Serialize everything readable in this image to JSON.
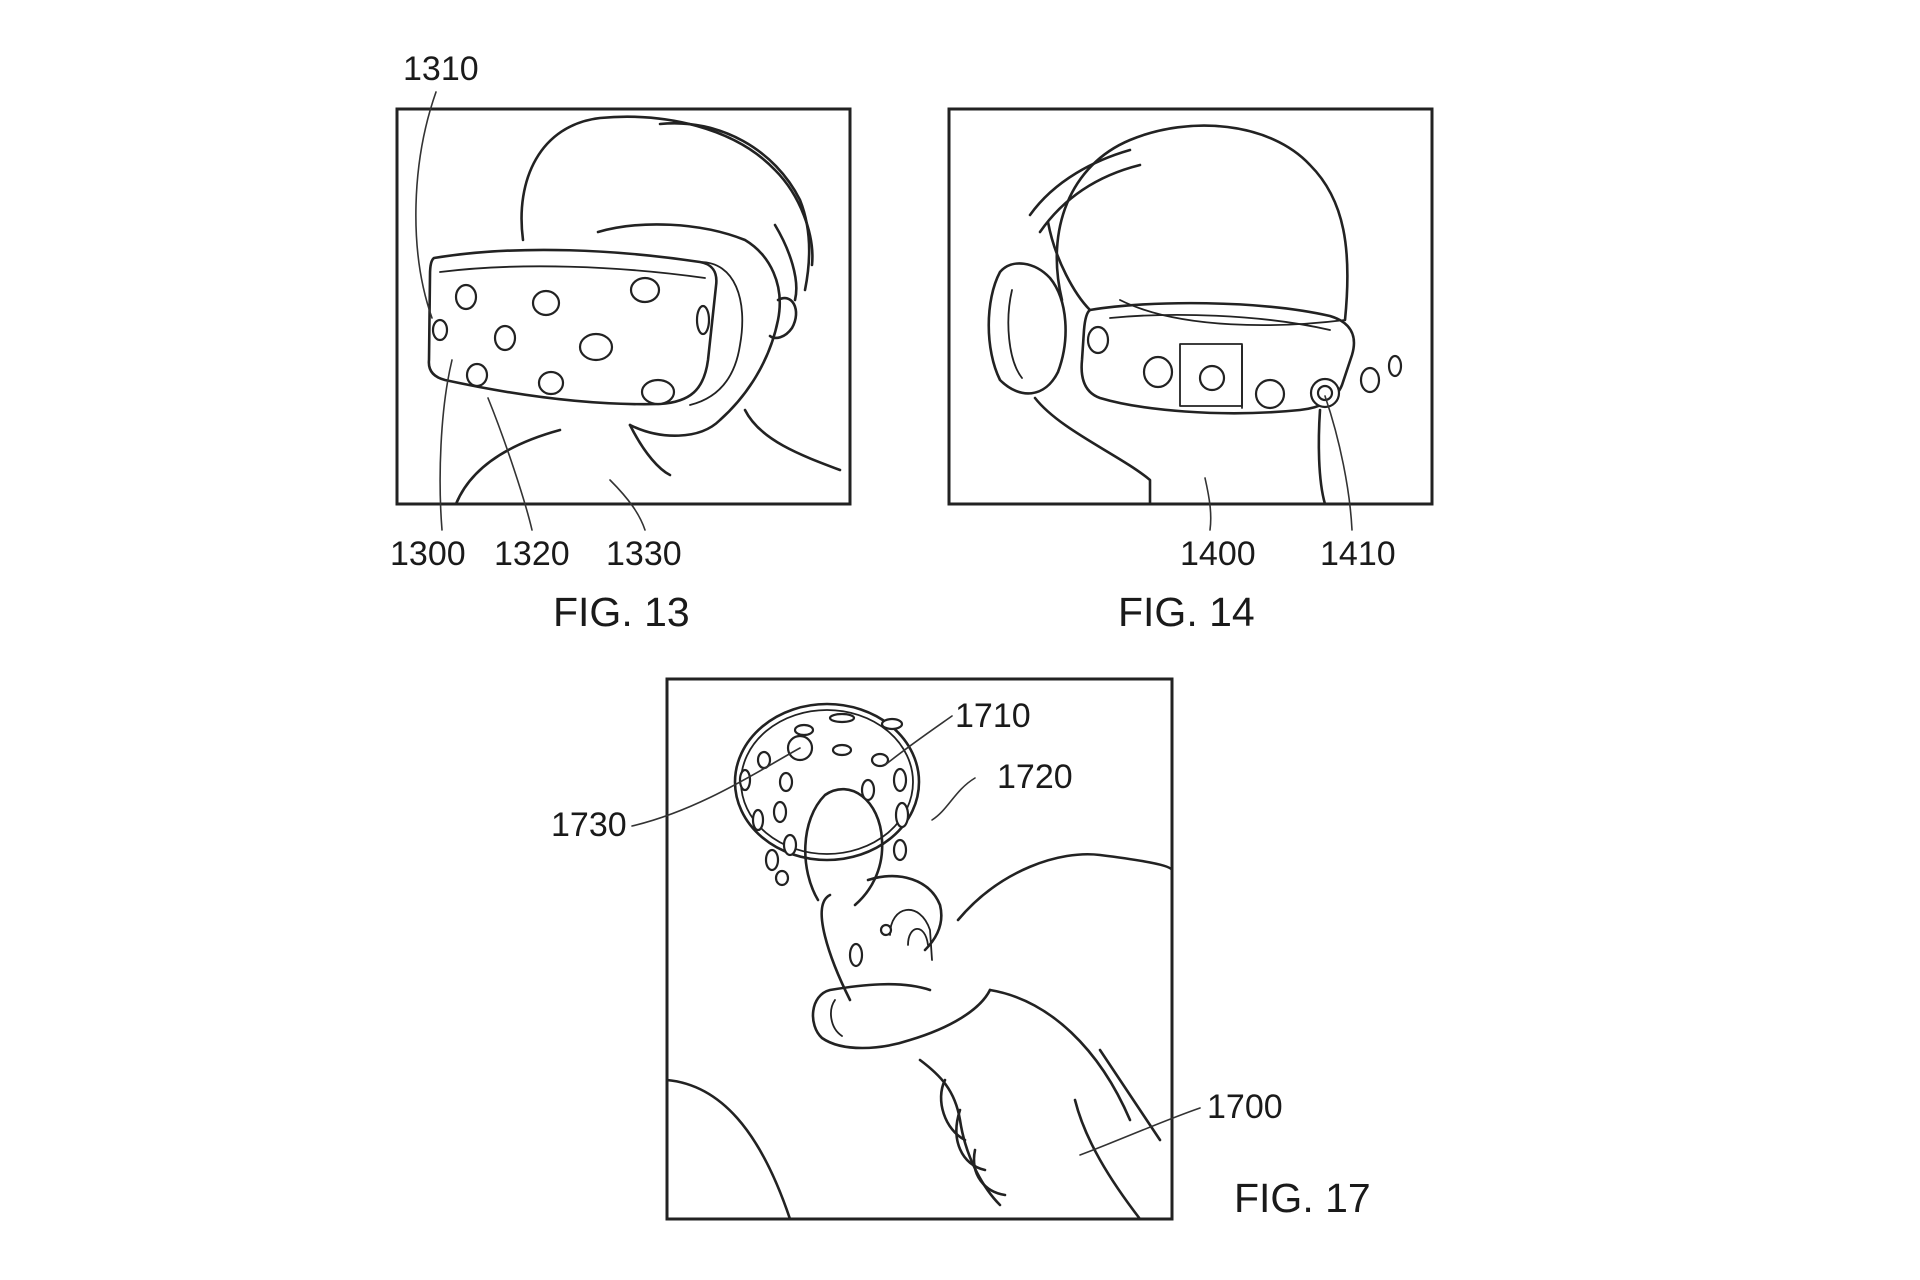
{
  "figures": {
    "fig13": {
      "caption": "FIG. 13",
      "labels": {
        "l1310": "1310",
        "l1300": "1300",
        "l1320": "1320",
        "l1330": "1330"
      }
    },
    "fig14": {
      "caption": "FIG. 14",
      "labels": {
        "l1400": "1400",
        "l1410": "1410"
      }
    },
    "fig17": {
      "caption": "FIG. 17",
      "labels": {
        "l1710": "1710",
        "l1720": "1720",
        "l1730": "1730",
        "l1700": "1700"
      }
    }
  }
}
